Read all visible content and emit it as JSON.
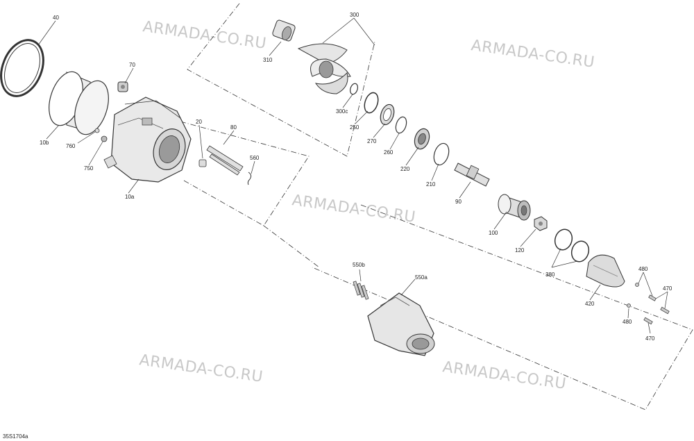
{
  "diagram_code": "35S1704a",
  "watermark_text": "ARMADA-CO.RU",
  "part_numbers": {
    "p40": "40",
    "p10b": "10b",
    "p70": "70",
    "p760": "760",
    "p750": "750",
    "p10a": "10a",
    "p20": "20",
    "p80": "80",
    "p560": "560",
    "p310": "310",
    "p300": "300",
    "p300c": "300c",
    "p250a": "250",
    "p270": "270",
    "p260": "260",
    "p220": "220",
    "p210": "210",
    "p90": "90",
    "p100": "100",
    "p120": "120",
    "p380": "380",
    "p420": "420",
    "p480a": "480",
    "p470a": "470",
    "p480b": "480",
    "p470b": "470",
    "p550b": "550b",
    "p550a": "550a"
  },
  "colors": {
    "line": "#333333",
    "watermark": "#c8c8c8",
    "part_fill": "#e9e9e9",
    "part_dark": "#9a9a9a"
  }
}
